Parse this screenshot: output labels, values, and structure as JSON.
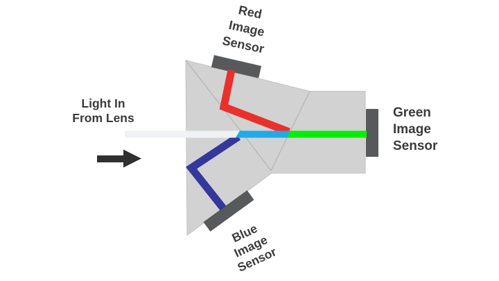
{
  "diagram": {
    "title_hint": "light splitting prism with three image sensors",
    "labels": {
      "light_in": {
        "lines": [
          "Light In",
          "From Lens"
        ]
      },
      "red_sensor": {
        "lines": [
          "Red",
          "Image",
          "Sensor"
        ]
      },
      "green_sensor": {
        "lines": [
          "Green",
          "Image",
          "Sensor"
        ]
      },
      "blue_sensor": {
        "lines": [
          "Blue",
          "Image",
          "Sensor"
        ]
      }
    },
    "icons": {
      "light_direction_arrow": "right-arrow"
    },
    "colors": {
      "background": "#ffffff",
      "prism_fill": "#d2d2d2",
      "sensor_gray": "#58595b",
      "beam_white": "#eff1f4",
      "beam_cyan": "#22aae2",
      "beam_green": "#00f000",
      "beam_red": "#e9302a",
      "beam_blue": "#34379b",
      "arrow_black": "#303030",
      "text_color": "#3b3b3b"
    }
  }
}
